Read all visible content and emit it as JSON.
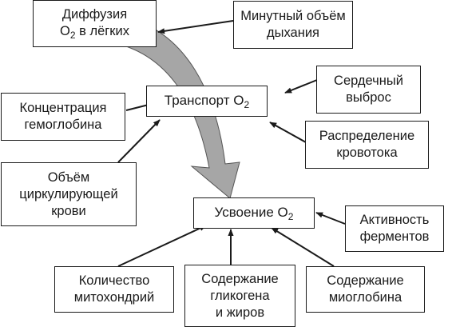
{
  "colors": {
    "ink": "#1a1a1a",
    "flow_fill": "#a6a6a6",
    "flow_stroke": "#555555",
    "background": "#ffffff"
  },
  "nodes": {
    "diffusion": {
      "line1": "Диффузия",
      "pre": "O",
      "sub": "2",
      "post": " в лёгких"
    },
    "minute_volume": {
      "label": "Минутный объём\nдыхания"
    },
    "transport": {
      "pre": "Транспорт O",
      "sub": "2"
    },
    "hemoglobin": {
      "label": "Концентрация\nгемоглобина"
    },
    "cardiac_output": {
      "label": "Сердечный\nвыброс"
    },
    "blood_flow": {
      "label": "Распределение\nкровотока"
    },
    "blood_volume": {
      "label": "Объём\nциркулирующей\nкрови"
    },
    "uptake": {
      "pre": "Усвоение O",
      "sub": "2"
    },
    "enzymes": {
      "label": "Активность\nферментов"
    },
    "mitochondria": {
      "label": "Количество\nмитохондрий"
    },
    "glycogen_fat": {
      "label": "Содержание\nгликогена\nи жиров"
    },
    "myoglobin": {
      "label": "Содержание\nмиоглобина"
    }
  }
}
